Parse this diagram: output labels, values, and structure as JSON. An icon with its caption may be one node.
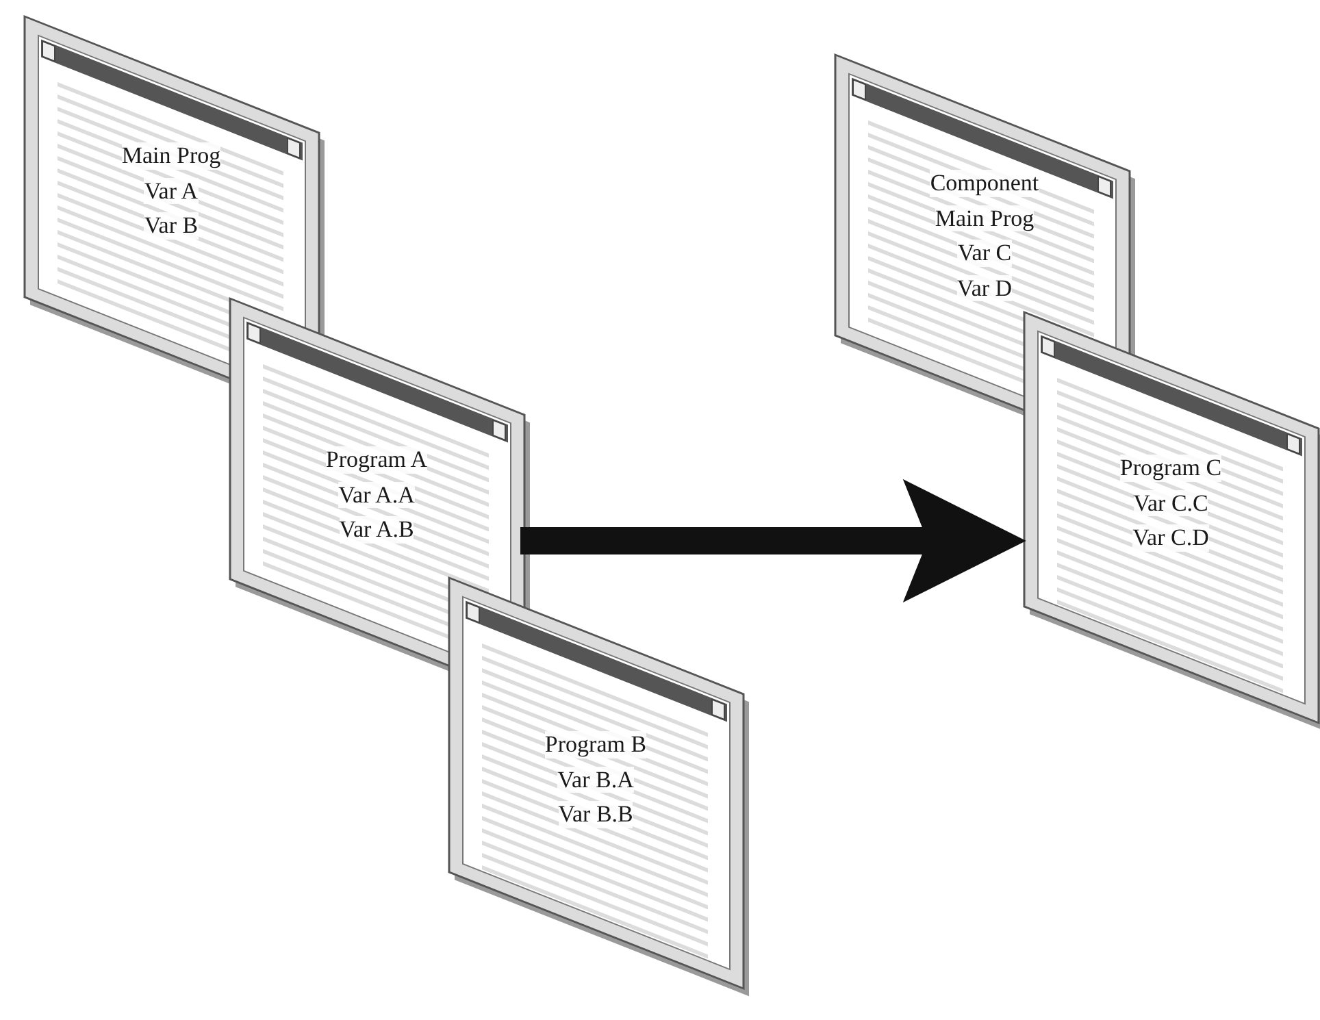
{
  "diagram": {
    "nodes": [
      {
        "text": [
          "Main Prog",
          "Var A",
          "Var B"
        ]
      },
      {
        "text": [
          "Program A",
          "Var A.A",
          "Var A.B"
        ]
      },
      {
        "text": [
          "Program B",
          "Var B.A",
          "Var B.B"
        ]
      },
      {
        "text": [
          "Component",
          "Main Prog",
          "Var C",
          "Var D"
        ]
      },
      {
        "text": [
          "Program C",
          "Var C.C",
          "Var C.D"
        ]
      }
    ],
    "edges": [
      {
        "from": 1,
        "to": 4,
        "arrow": "to"
      }
    ]
  }
}
